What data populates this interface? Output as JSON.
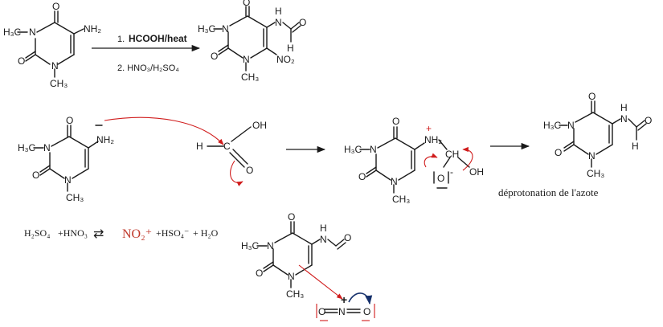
{
  "reaction_1": {
    "starting_material": {
      "h3c": "H₃C",
      "o_top": "O",
      "nh2": "NH₂",
      "o_left": "O",
      "n_bottom": "N",
      "ch3": "CH₃",
      "n_left": "N"
    },
    "reagents": {
      "step_1_prefix": "1.",
      "step_1": "HCOOH/heat",
      "step_2": "2. HNO₃/H₂SO₄"
    },
    "product": {
      "h3c": "H₃C",
      "o_top": "O",
      "nh": "N",
      "nh_h": "H",
      "o_formyl": "O",
      "h_formyl": "H",
      "o_left": "O",
      "no2": "NO₂",
      "n_bottom": "N",
      "ch3": "CH₃",
      "n_left": "N"
    }
  },
  "mechanism": {
    "amine": {
      "h3c": "H₃C",
      "o_top": "O",
      "nh2": "NH₂",
      "o_left": "O",
      "n_bottom": "N",
      "ch3": "CH₃",
      "n_left": "N"
    },
    "formic_acid": {
      "oh": "OH",
      "h": "H",
      "c": "C",
      "o": "O"
    },
    "intermediate": {
      "h3c": "H₃C",
      "o_top": "O",
      "nh2": "NH₂",
      "plus": "+",
      "ch": "CH",
      "oh": "OH",
      "o_minus": "O",
      "minus": "-",
      "o_left": "O",
      "n_bottom": "N",
      "ch3": "CH₃",
      "n_left": "N"
    },
    "product": {
      "h3c": "H₃C",
      "o_top": "O",
      "nh": "N",
      "nh_h": "H",
      "o_formyl": "O",
      "h_formyl": "H",
      "o_left": "O",
      "n_bottom": "N",
      "ch3": "CH₃",
      "n_left": "N"
    },
    "caption": "déprotonation de l'azote"
  },
  "nitration": {
    "equation": {
      "h2so4": "H₂SO₄",
      "plus_hno3": "+HNO₃",
      "equilibrium": "⇄",
      "no2_plus": "NO₂⁺",
      "plus_hso4": "+HSO₄⁻",
      "plus_h2o": "+ H₂O"
    },
    "substrate": {
      "h3c": "H₃C",
      "o_top": "O",
      "nh": "N",
      "nh_h": "H",
      "o_formyl": "O",
      "o_left": "O",
      "n_bottom": "N",
      "ch3": "CH₃",
      "n_left": "N"
    },
    "nitronium": {
      "o_left": "O",
      "n": "N",
      "o_right": "O",
      "plus": "+"
    }
  },
  "colors": {
    "red": "#d01c1c",
    "navy": "#15306b",
    "ink": "#1a1a1a"
  }
}
